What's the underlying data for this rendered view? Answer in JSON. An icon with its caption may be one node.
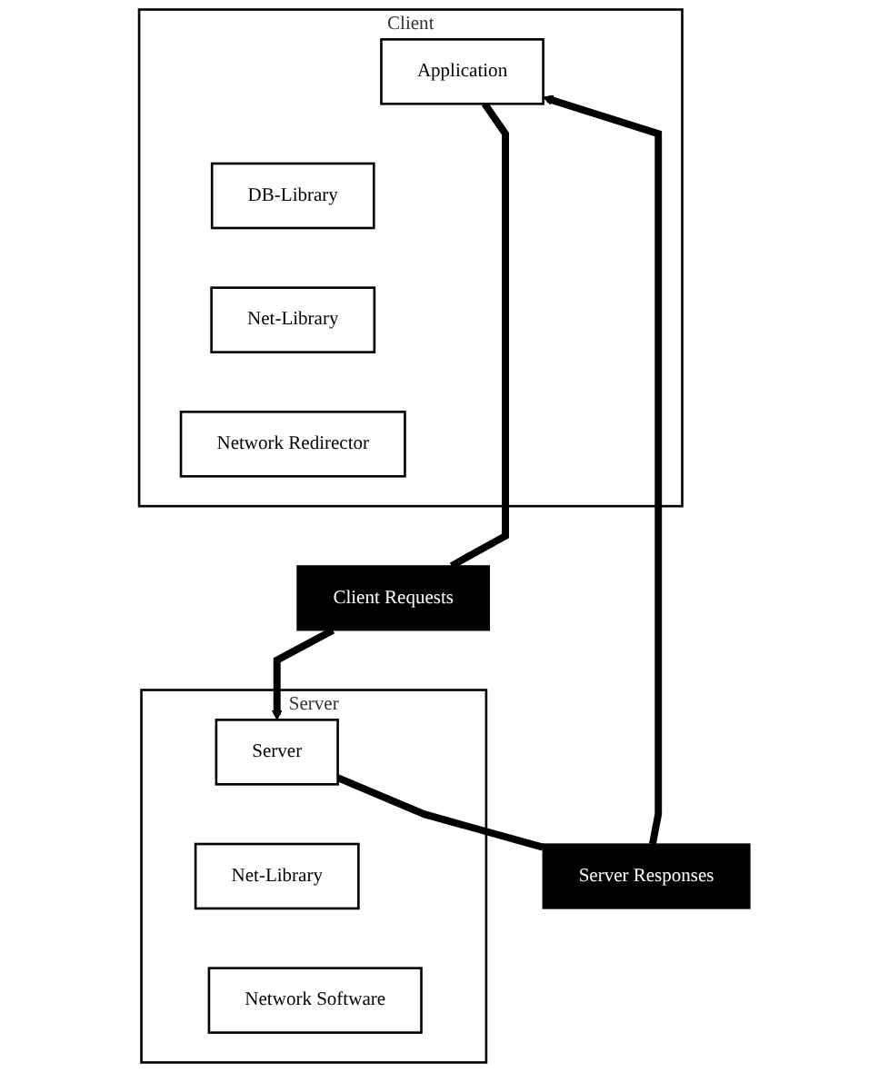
{
  "diagram": {
    "nodes": [
      {
        "text": [
          "Client"
        ]
      },
      {
        "text": [
          "Application"
        ],
        "in": 0
      },
      {
        "text": [
          "DB-Library"
        ],
        "in": 0
      },
      {
        "text": [
          "Net-Library"
        ],
        "in": 0
      },
      {
        "text": [
          "Network Redirector"
        ],
        "in": 0
      },
      {
        "text": [
          "Server"
        ]
      },
      {
        "text": [
          "Server"
        ],
        "in": 5
      },
      {
        "text": [
          "Net-Library"
        ],
        "in": 5
      },
      {
        "text": [
          "Network Software"
        ],
        "in": 5
      },
      {
        "text": [
          "Client Requests"
        ]
      },
      {
        "text": [
          "Server Responses"
        ]
      }
    ],
    "edges": [
      {
        "from": 1,
        "to": 9,
        "arrow": "none"
      },
      {
        "from": 9,
        "to": 6,
        "arrow": "to"
      },
      {
        "from": 6,
        "to": 10,
        "arrow": "none"
      },
      {
        "from": 10,
        "to": 1,
        "arrow": "to"
      }
    ]
  }
}
